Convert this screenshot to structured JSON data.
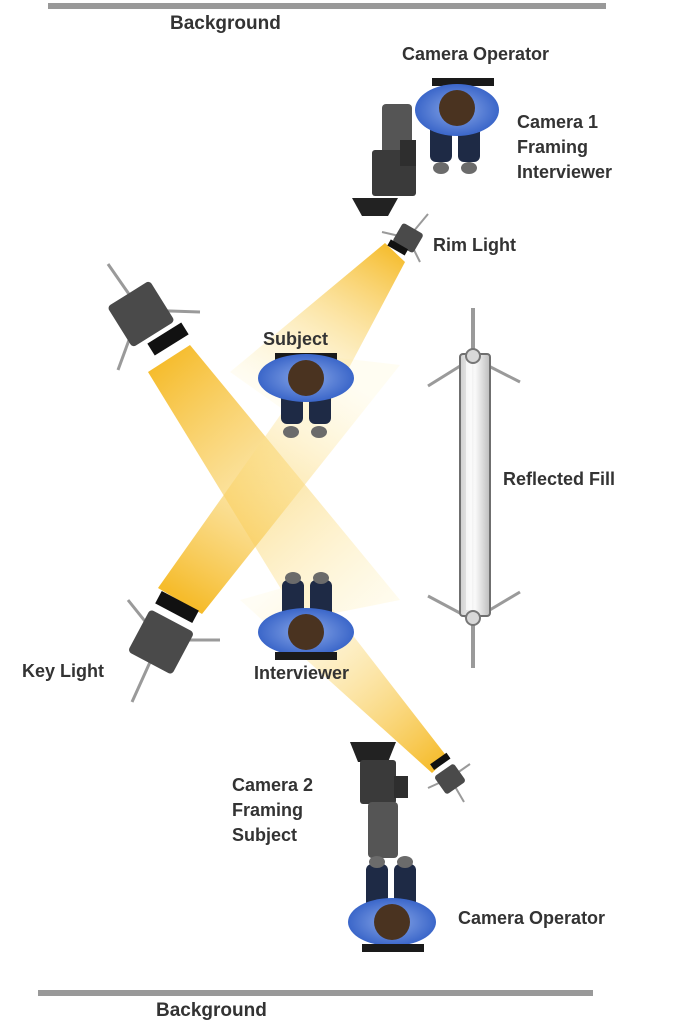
{
  "labels": {
    "background_top": "Background",
    "background_bottom": "Background",
    "camera_operator_top": "Camera Operator",
    "camera1_line1": "Camera 1",
    "camera1_line2": "Framing",
    "camera1_line3": "Interviewer",
    "rim_light": "Rim Light",
    "subject": "Subject",
    "reflected_fill": "Reflected Fill",
    "key_light": "Key Light",
    "interviewer": "Interviewer",
    "camera2_line1": "Camera 2",
    "camera2_line2": "Framing",
    "camera2_line3": "Subject",
    "camera_operator_bottom": "Camera Operator"
  },
  "colors": {
    "background_bar": "#999999",
    "light_beam": "#f5c542",
    "person_shirt": "#2b59c3",
    "person_head": "#4a3320",
    "person_pants": "#1e2a45",
    "equipment": "#3a3a3a",
    "reflector": "#e6e6e6",
    "label_text": "#333333"
  }
}
